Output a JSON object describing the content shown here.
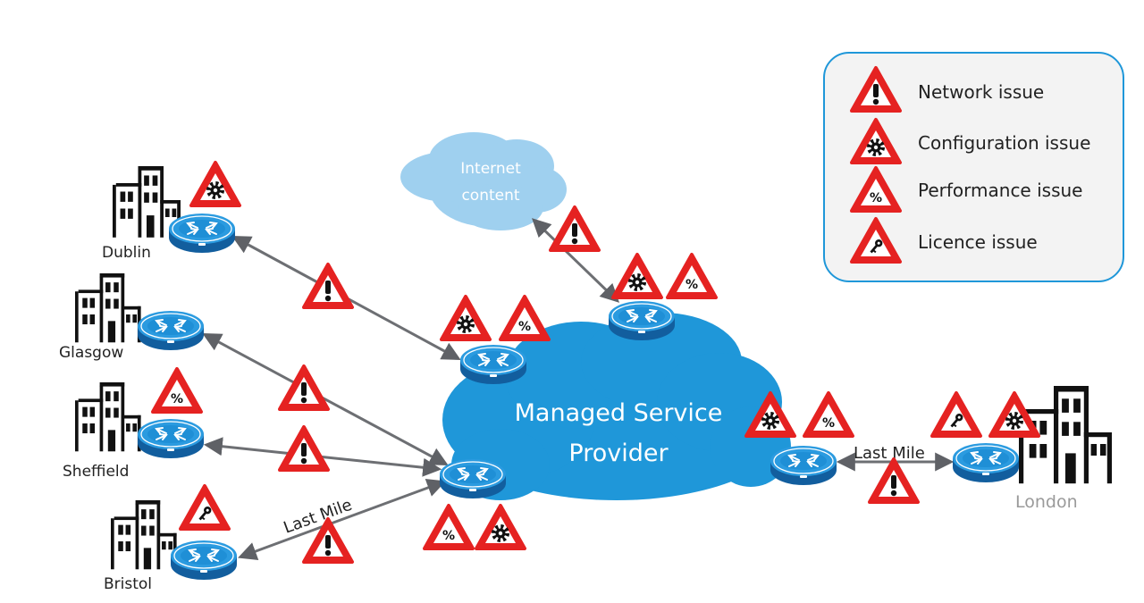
{
  "legend": {
    "items": [
      {
        "icon": "exclamation-icon",
        "label": "Network issue"
      },
      {
        "icon": "gear-icon",
        "label": "Configuration issue"
      },
      {
        "icon": "percent-icon",
        "label": "Performance issue"
      },
      {
        "icon": "key-icon",
        "label": "Licence issue"
      }
    ]
  },
  "cloud_internet": {
    "line1": "Internet",
    "line2": "content"
  },
  "cloud_provider": {
    "line1": "Managed Service",
    "line2": "Provider"
  },
  "sites": {
    "dublin": "Dublin",
    "glasgow": "Glasgow",
    "sheffield": "Sheffield",
    "bristol": "Bristol",
    "london": "London"
  },
  "links": {
    "last_mile_left": "Last Mile",
    "last_mile_right": "Last Mile"
  },
  "colors": {
    "accent_blue": "#1f97d9",
    "cloud_light": "#9fd0ef",
    "warning_red": "#e52221",
    "router_blue": "#1f8fd6",
    "link_grey": "#6d6f73"
  }
}
